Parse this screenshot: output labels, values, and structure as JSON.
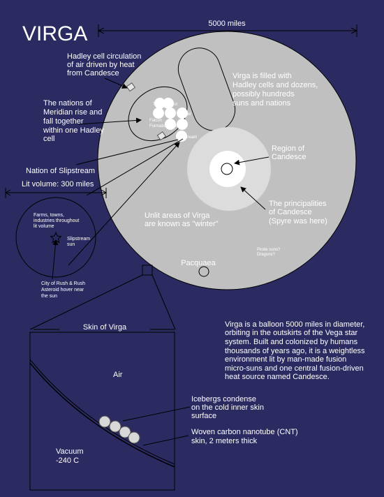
{
  "title": "VIRGA",
  "scale_label": "5000 miles",
  "hadley_note": [
    "Hadley cell circulation",
    "of air driven by heat",
    "from Candesce"
  ],
  "meridian_note": [
    "The nations of",
    "Meridian rise and",
    "fall together",
    "within one Hadley",
    "cell"
  ],
  "filled_note": [
    "Virga is filled with",
    "Hadley cells and dozens,",
    "possibly hundreds",
    "suns and nations"
  ],
  "cell_labels": {
    "greatest": "The Greatest",
    "slipstream": "Slipstream",
    "aerie": "Aerie",
    "falcon": [
      "Falcon",
      "Formation"
    ],
    "gretel": "Gretel"
  },
  "candesce_region": [
    "Region of",
    "Candesce"
  ],
  "principalities": [
    "The principalities",
    "of Candesce",
    "(Spyre was here)"
  ],
  "slipstream_title": "Nation of Slipstream",
  "lit_volume": "Lit volume: 300 miles",
  "farms_note": [
    "Farms, towns,",
    "industries throughout",
    "lit volume"
  ],
  "sun_note": [
    "Slipstream",
    "sun"
  ],
  "rush_note": [
    "City of Rush & Rush",
    "Asteroid hover near",
    "the sun"
  ],
  "winter_note": [
    "Unlit areas of Virga",
    "are known as \"winter\""
  ],
  "pirate_note": [
    "Pirate suns?",
    "Dragons?"
  ],
  "pacquaea": "Pacquaea",
  "description": [
    "Virga is a balloon 5000 miles in diameter,",
    "orbiting in the outskirts of the Vega star",
    "system.  Built and colonized by humans",
    "thousands of years ago, it is a weightless",
    "environment lit by man-made fusion",
    "micro-suns and one central fusion-driven",
    " heat source named Candesce."
  ],
  "skin_title": "Skin of Virga",
  "air_label": "Air",
  "iceberg_note": [
    "Icebergs  condense",
    "on the cold inner skin",
    "surface"
  ],
  "cnt_note": [
    "Woven carbon nanotube (CNT)",
    "skin, 2 meters thick"
  ],
  "vacuum_label": [
    "Vacuum",
    "-240 C"
  ],
  "colors": {
    "background": "#2b2b62",
    "sphere": "#c0c0c0",
    "candesce": "#dcdcdc",
    "line": "#000000",
    "text": "#ffffff"
  }
}
